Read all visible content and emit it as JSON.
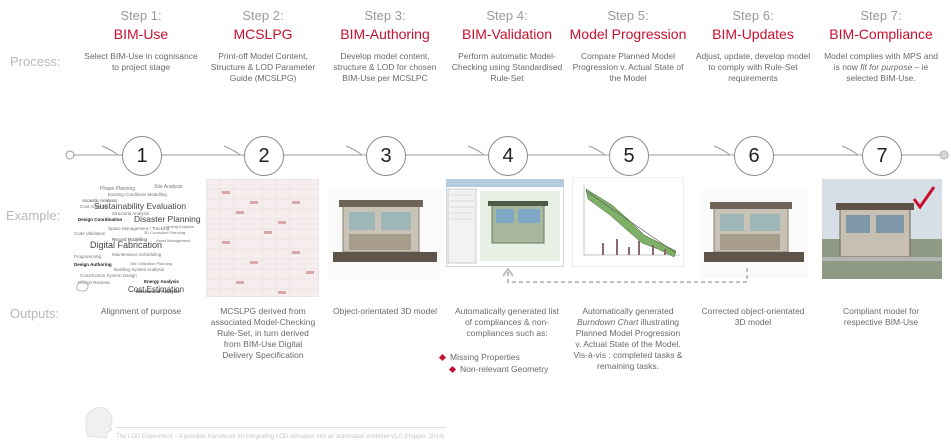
{
  "rows": {
    "process": "Process:",
    "example": "Example:",
    "outputs": "Outputs:"
  },
  "steps": [
    {
      "title": "Step 1:",
      "name": "BIM-Use",
      "desc": "Select BIM-Use in cognisance to project stage",
      "number": "1",
      "output": "Alignment of purpose"
    },
    {
      "title": "Step 2:",
      "name": "MCSLPG",
      "desc": "Print-off Model Content, Structure & LOD Parameter Guide (MCSLPG)",
      "number": "2",
      "output": "MCSLPG derived from associated Model-Checking Rule-Set, in turn derived from BIM-Use Digital Delivery Specification"
    },
    {
      "title": "Step 3:",
      "name": "BIM-Authoring",
      "desc": "Develop model content, structure & LOD for chosen BIM-Use per MCSLPC",
      "number": "3",
      "output": "Object-orientated 3D model"
    },
    {
      "title": "Step 4:",
      "name": "BIM-Validation",
      "desc": "Perform automatic Model-Checking using Standardised Rule-Set",
      "number": "4",
      "output": "Automatically generated list of compliances & non-compliances such as:",
      "bullets": [
        "Missing Properties",
        "Non-relevant Geometry"
      ]
    },
    {
      "title": "Step 5:",
      "name": "Model Progression",
      "desc": "Compare Planned Model Progression v. Actual State of the Model",
      "number": "5",
      "output_pre": "Automatically generated ",
      "output_em": "Burndown Chart",
      "output_post": " illustrating Planned Model Progression v. Actual State of the Model. Vis-à-vis : completed tasks & remaining tasks."
    },
    {
      "title": "Step 6:",
      "name": "BIM-Updates",
      "desc": "Adjust, update, develop model to comply with Rule-Set requirements",
      "number": "6",
      "output": "Corrected object-orientated 3D model"
    },
    {
      "title": "Step 7:",
      "name": "BIM-Compliance",
      "desc_pre": "Model complies with MPS and is now ",
      "desc_em": "fit for purpose",
      "desc_post": " – ie selected BIM-Use.",
      "number": "7",
      "output": "Compliant model for respective BIM-Use"
    }
  ],
  "word_cloud": [
    "Phase Planning",
    "Site Analysis",
    "Existing Conditions Modelling",
    "Acoustic Analysis",
    "Cost Analysis",
    "Sustainability Evaluation",
    "Structural Analysis",
    "Design Coordination",
    "Disaster Planning",
    "Lighting Analysis",
    "Space Management / Tracking",
    "Code Validation",
    "3D Controlled Planning",
    "Record Modelling",
    "Asset Management",
    "Digital Fabrication",
    "Programming",
    "Maintenance Scheduling",
    "Design Authoring",
    "Site Utilization Planning",
    "Building System Analysis",
    "Construction System Design",
    "Design Reviews",
    "Energy Analysis",
    "Cost Estimation",
    "Mechanical Analysis"
  ],
  "footer": "The LOD Experiment – A possible framework for integrating LOD utilisation into an automated workflow v1.0 (Hopper, 2014)",
  "colors": {
    "accent": "#c8102e",
    "muted_label": "#b8b8b8",
    "timeline": "#8a8a8a"
  }
}
